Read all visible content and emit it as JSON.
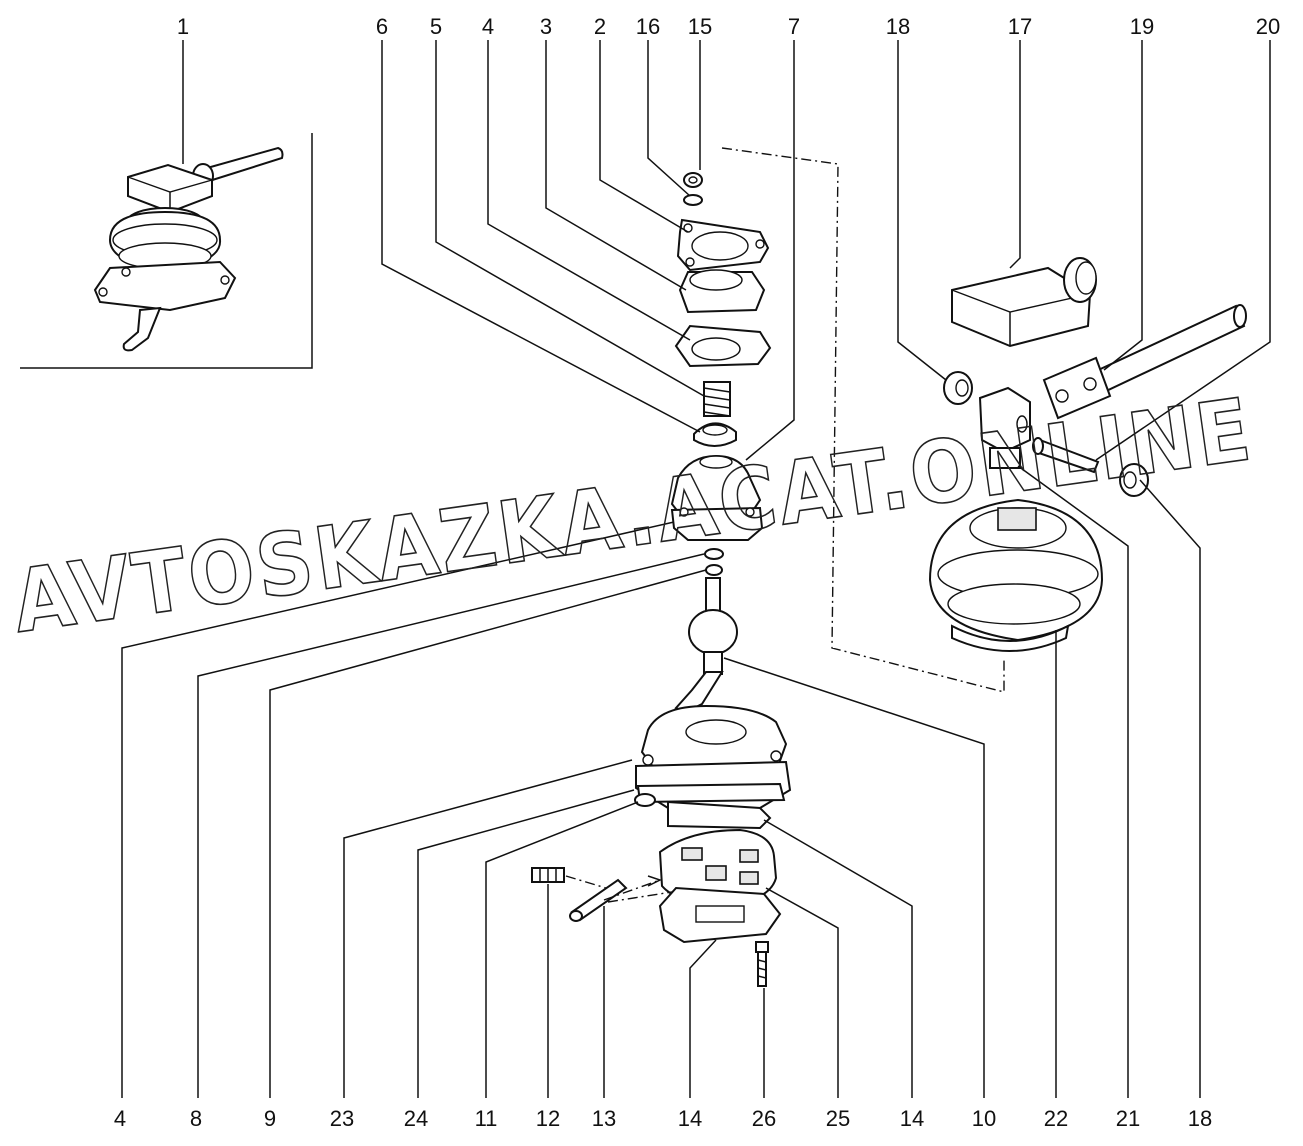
{
  "diagram": {
    "top_callouts": [
      "1",
      "6",
      "5",
      "4",
      "3",
      "2",
      "16",
      "15",
      "7",
      "18",
      "17",
      "19",
      "20"
    ],
    "bottom_callouts": [
      "4",
      "8",
      "9",
      "23",
      "24",
      "11",
      "12",
      "13",
      "14",
      "26",
      "25",
      "14",
      "10",
      "22",
      "21",
      "18"
    ],
    "watermark": "AVTOSKAZKA.ACAT.ONLINE"
  }
}
